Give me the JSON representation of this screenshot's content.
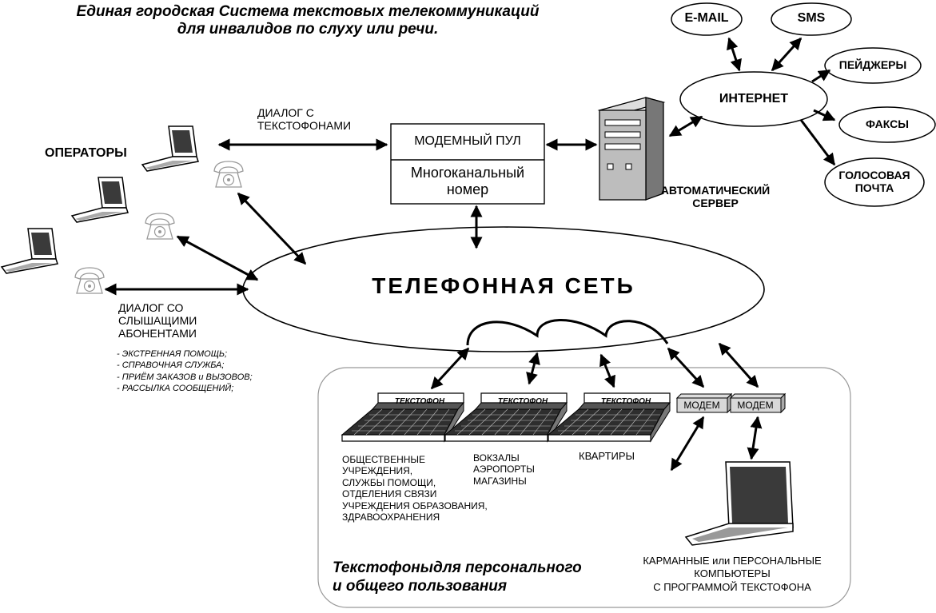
{
  "title": {
    "line1": "Единая городская Система текстовых  телекоммуникаций",
    "line2": "для инвалидов по слуху или речи."
  },
  "operators": {
    "label": "ОПЕРАТОРЫ",
    "dialog_text_line1": "ДИАЛОГ С",
    "dialog_text_line2": "ТЕКСТОФОНАМИ",
    "dialog_hear_line1": "ДИАЛОГ СО",
    "dialog_hear_line2": "СЛЫШАЩИМИ",
    "dialog_hear_line3": "АБОНЕНТАМИ",
    "services": [
      "- ЭКСТРЕННАЯ ПОМОЩЬ;",
      "- СПРАВОЧНАЯ  СЛУЖБА;",
      "- ПРИЁМ  ЗАКАЗОВ и ВЫЗОВОВ;",
      "- РАССЫЛКА  СООБЩЕНИЙ;"
    ]
  },
  "modem_pool": {
    "top": "МОДЕМНЫЙ  ПУЛ",
    "bottom_line1": "Многоканальный",
    "bottom_line2": "номер"
  },
  "server": {
    "label_line1": "АВТОМАТИЧЕСКИЙ",
    "label_line2": "СЕРВЕР"
  },
  "internet": {
    "hub": "ИНТЕРНЕТ",
    "nodes": {
      "email": "E-MAIL",
      "sms": "SMS",
      "pagers": "ПЕЙДЖЕРЫ",
      "faxes": "ФАКСЫ",
      "voicemail_line1": "ГОЛОСОВАЯ",
      "voicemail_line2": "ПОЧТА"
    }
  },
  "network": {
    "label": "ТЕЛЕФОННАЯ  СЕТЬ"
  },
  "personal": {
    "textphone_label": "ТЕКСТОФОН",
    "modem_label": "МОДЕМ",
    "group1": [
      "ОБЩЕСТВЕННЫЕ",
      "УЧРЕЖДЕНИЯ,",
      "СЛУЖБЫ ПОМОЩИ,",
      "ОТДЕЛЕНИЯ СВЯЗИ",
      "УЧРЕЖДЕНИЯ ОБРАЗОВАНИЯ,",
      "ЗДРАВООХРАНЕНИЯ"
    ],
    "group2": [
      "ВОКЗАЛЫ",
      "АЭРОПОРТЫ",
      "МАГАЗИНЫ"
    ],
    "group3": "КВАРТИРЫ",
    "computers": [
      "КАРМАННЫЕ или ПЕРСОНАЛЬНЫЕ",
      "КОМПЬЮТЕРЫ",
      "С ПРОГРАММОЙ ТЕКСТОФОНА"
    ],
    "footer_line1": "Текстофоныдля персонального",
    "footer_line2": "и общего пользования"
  }
}
